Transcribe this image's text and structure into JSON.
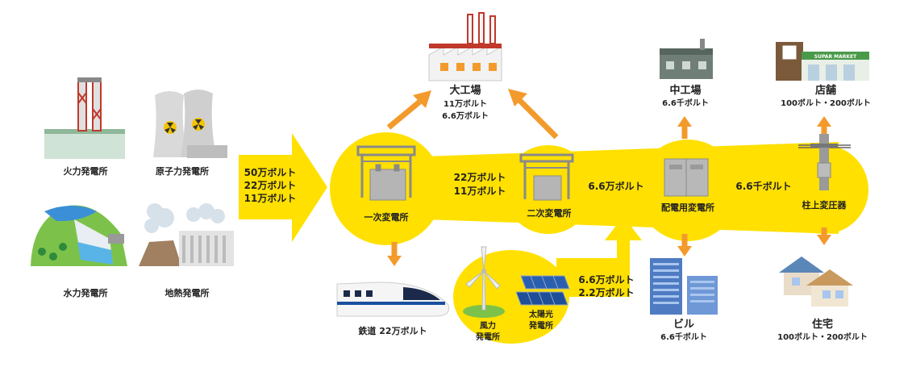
{
  "colors": {
    "accent_yellow": "#ffe000",
    "arrow_orange": "#f39a2c",
    "text": "#222222"
  },
  "sources": {
    "thermal": "火力発電所",
    "nuclear": "原子力発電所",
    "hydro": "水力発電所",
    "geothermal": "地熱発電所"
  },
  "input_voltages": [
    "50万ボルト",
    "22万ボルト",
    "11万ボルト"
  ],
  "substations": {
    "primary": "一次変電所",
    "secondary": "二次変電所",
    "distribution": "配電用変電所",
    "pole_transformer": "柱上変圧器"
  },
  "flow_labels": {
    "primary_out_1": "22万ボルト",
    "primary_out_2": "11万ボルト",
    "secondary_out": "6.6万ボルト",
    "distribution_out": "6.6千ボルト",
    "renewable_1": "6.6万ボルト",
    "renewable_2": "2.2万ボルト"
  },
  "consumers": {
    "large_factory": {
      "name": "大工場",
      "volt1": "11万ボルト",
      "volt2": "6.6万ボルト"
    },
    "mid_factory": {
      "name": "中工場",
      "volt": "6.6千ボルト"
    },
    "store": {
      "name": "店舗",
      "volt": "100ボルト・200ボルト",
      "sign": "SUPAR MARKET"
    },
    "railway": {
      "name": "鉄道",
      "volt": "22万ボルト"
    },
    "building": {
      "name": "ビル",
      "volt": "6.6千ボルト"
    },
    "house": {
      "name": "住宅",
      "volt": "100ボルト・200ボルト"
    }
  },
  "renewables": {
    "wind_1": "風力",
    "wind_2": "発電所",
    "solar_1": "太陽光",
    "solar_2": "発電所"
  },
  "icons": [
    "power-plant-icon",
    "substation-icon",
    "transformer-icon",
    "factory-icon",
    "train-icon",
    "building-icon",
    "house-icon",
    "wind-turbine-icon",
    "solar-panel-icon",
    "flow-arrow-icon"
  ]
}
